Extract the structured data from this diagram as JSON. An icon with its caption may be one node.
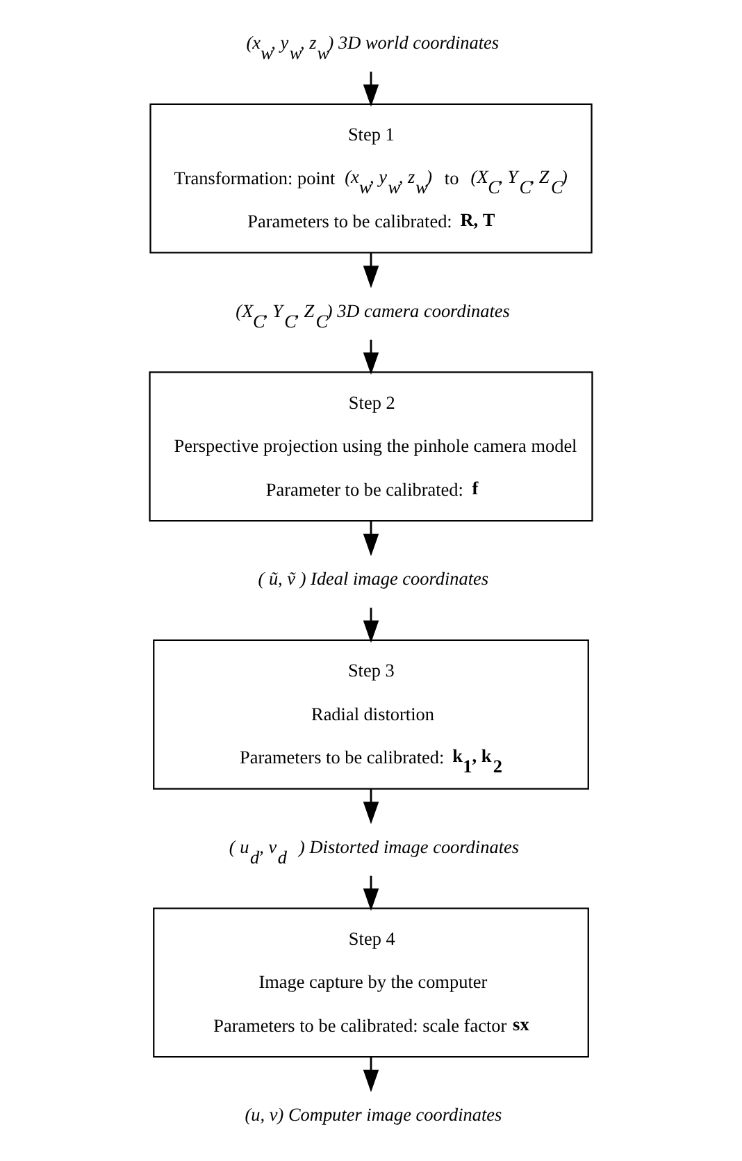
{
  "diagram": {
    "nodes": [
      {
        "text": [
          "(x$_{w}$, y$_{w}$, z$_{w}$) 3D world coordinates"
        ]
      },
      {
        "text": [
          "Step 1",
          "Transformation: point *(x$_{w}$, y$_{w}$, z$_{w}$)* to *(X$_{C}$, Y$_{C}$, Z$_{C}$)*",
          "Parameters to be calibrated: **R, T**"
        ]
      },
      {
        "text": [
          "(X$_{C}$, Y$_{C}$, Z$_{C}$) 3D camera coordinates"
        ]
      },
      {
        "text": [
          "Step 2",
          "Perspective projection using the pinhole camera model",
          "Parameter to be calibrated: **f**"
        ]
      },
      {
        "text": [
          "( ũ, ṽ ) Ideal image coordinates"
        ]
      },
      {
        "text": [
          "Step 3",
          "Radial distortion",
          "Parameters to be calibrated: **k$_{1}$, k$_{2}$**"
        ]
      },
      {
        "text": [
          "( u$_{d}$, v$_{d}$ ) Distorted image coordinates"
        ]
      },
      {
        "text": [
          "Step 4",
          "Image capture by the computer",
          "Parameters to be calibrated: scale factor **sx**"
        ]
      },
      {
        "text": [
          "(u, v) Computer image coordinates"
        ]
      }
    ],
    "edges": [
      {
        "from": 0,
        "to": 1,
        "arrow": "to"
      },
      {
        "from": 1,
        "to": 2,
        "arrow": "to"
      },
      {
        "from": 2,
        "to": 3,
        "arrow": "to"
      },
      {
        "from": 3,
        "to": 4,
        "arrow": "to"
      },
      {
        "from": 4,
        "to": 5,
        "arrow": "to"
      },
      {
        "from": 5,
        "to": 6,
        "arrow": "to"
      },
      {
        "from": 6,
        "to": 7,
        "arrow": "to"
      },
      {
        "from": 7,
        "to": 8,
        "arrow": "to"
      }
    ]
  }
}
